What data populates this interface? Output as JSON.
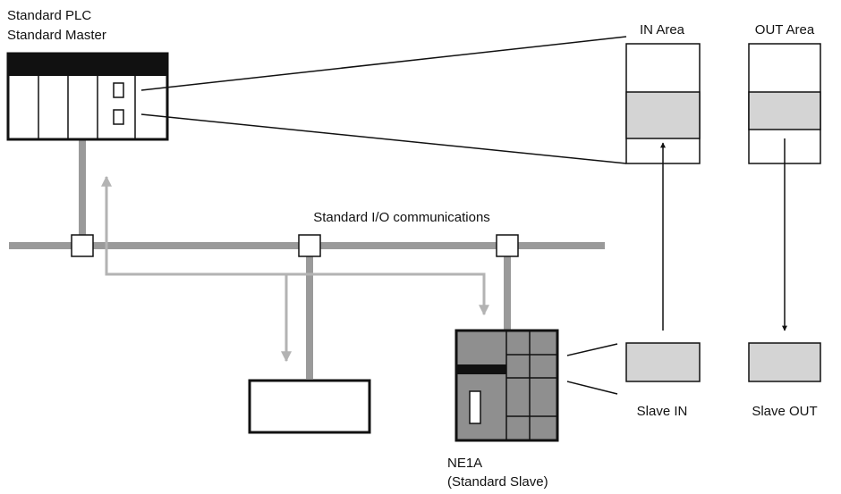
{
  "labels": {
    "plc_line1": "Standard PLC",
    "plc_line2": "Standard Master",
    "in_area": "IN Area",
    "out_area": "OUT Area",
    "network": "Standard I/O communications",
    "slave_in": "Slave IN",
    "slave_out": "Slave OUT",
    "device_line1": "NE1A",
    "device_line2": "(Standard Slave)"
  },
  "colors": {
    "network_bus": "#9a9a9a",
    "data_flow_arrow": "#b3b3b3",
    "io_area_fill": "#d4d4d4",
    "device_body": "#8f8f8f",
    "outline": "#111111"
  }
}
